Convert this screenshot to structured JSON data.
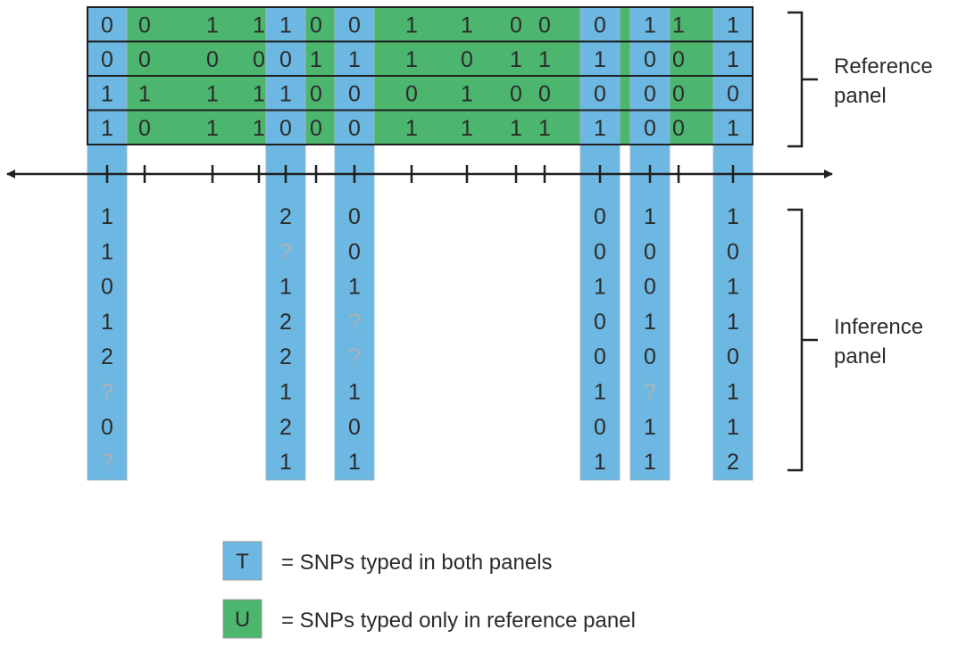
{
  "colors": {
    "typed_both": "#6cb8e3",
    "typed_reference_only": "#4cb56e",
    "missing_text": "#b0b0b0",
    "text": "#2b2b2b",
    "border": "#1f1f1f"
  },
  "reference_panel": {
    "label_line1": "Reference",
    "label_line2": "panel",
    "columns": [
      "T",
      "U",
      "U",
      "U",
      "T",
      "U",
      "T",
      "U",
      "U",
      "U",
      "U",
      "T",
      "T",
      "U",
      "T"
    ],
    "rows": [
      [
        "0",
        "0",
        "1",
        "1",
        "1",
        "0",
        "0",
        "1",
        "1",
        "0",
        "0",
        "0",
        "1",
        "1",
        "1"
      ],
      [
        "0",
        "0",
        "0",
        "0",
        "0",
        "1",
        "1",
        "1",
        "0",
        "1",
        "1",
        "1",
        "0",
        "0",
        "1"
      ],
      [
        "1",
        "1",
        "1",
        "1",
        "1",
        "0",
        "0",
        "0",
        "1",
        "0",
        "0",
        "0",
        "0",
        "0",
        "0"
      ],
      [
        "1",
        "0",
        "1",
        "1",
        "0",
        "0",
        "0",
        "1",
        "1",
        "1",
        "1",
        "1",
        "0",
        "0",
        "1"
      ]
    ]
  },
  "inference_panel": {
    "label_line1": "Inference",
    "label_line2": "panel",
    "column_indices": [
      0,
      4,
      6,
      11,
      12,
      14
    ],
    "columns": [
      [
        "1",
        "1",
        "0",
        "1",
        "2",
        "?",
        "0",
        "?"
      ],
      [
        "2",
        "?",
        "1",
        "2",
        "2",
        "1",
        "2",
        "1"
      ],
      [
        "0",
        "0",
        "1",
        "?",
        "?",
        "1",
        "0",
        "1"
      ],
      [
        "0",
        "0",
        "1",
        "0",
        "0",
        "1",
        "0",
        "1"
      ],
      [
        "1",
        "0",
        "0",
        "1",
        "0",
        "?",
        "1",
        "1"
      ],
      [
        "1",
        "0",
        "1",
        "1",
        "0",
        "1",
        "1",
        "2"
      ]
    ]
  },
  "legend": [
    {
      "symbol": "T",
      "type": "T",
      "text": "= SNPs typed in both panels"
    },
    {
      "symbol": "U",
      "type": "U",
      "text": "= SNPs typed only in reference panel"
    }
  ]
}
